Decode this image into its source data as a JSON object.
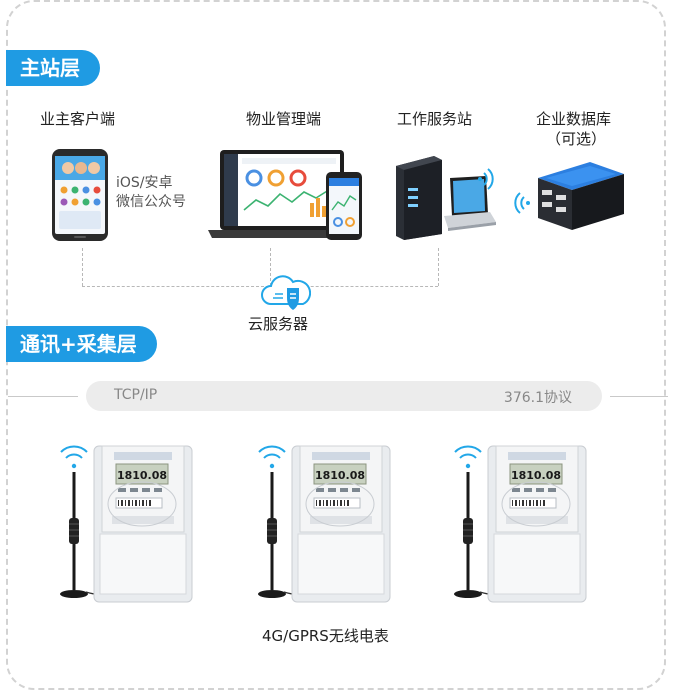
{
  "layers": {
    "master_station": "主站层",
    "comm_acquisition": "通讯+采集层"
  },
  "nodes": {
    "owner_client": "业主客户端",
    "owner_client_note_1": "iOS/安卓",
    "owner_client_note_2": "微信公众号",
    "property_mgmt": "物业管理端",
    "workstation": "工作服务站",
    "enterprise_db": "企业数据库",
    "enterprise_db_note": "（可选）",
    "cloud_server": "云服务器"
  },
  "protocol_bar": {
    "left": "TCP/IP",
    "right": "376.1协议"
  },
  "meters": {
    "caption": "4G/GPRS无线电表",
    "display_value": "1810.08",
    "count": 3
  },
  "colors": {
    "accent": "#1f9be3",
    "wifi": "#22a7e8",
    "db_panel": "#2c7fe0"
  }
}
